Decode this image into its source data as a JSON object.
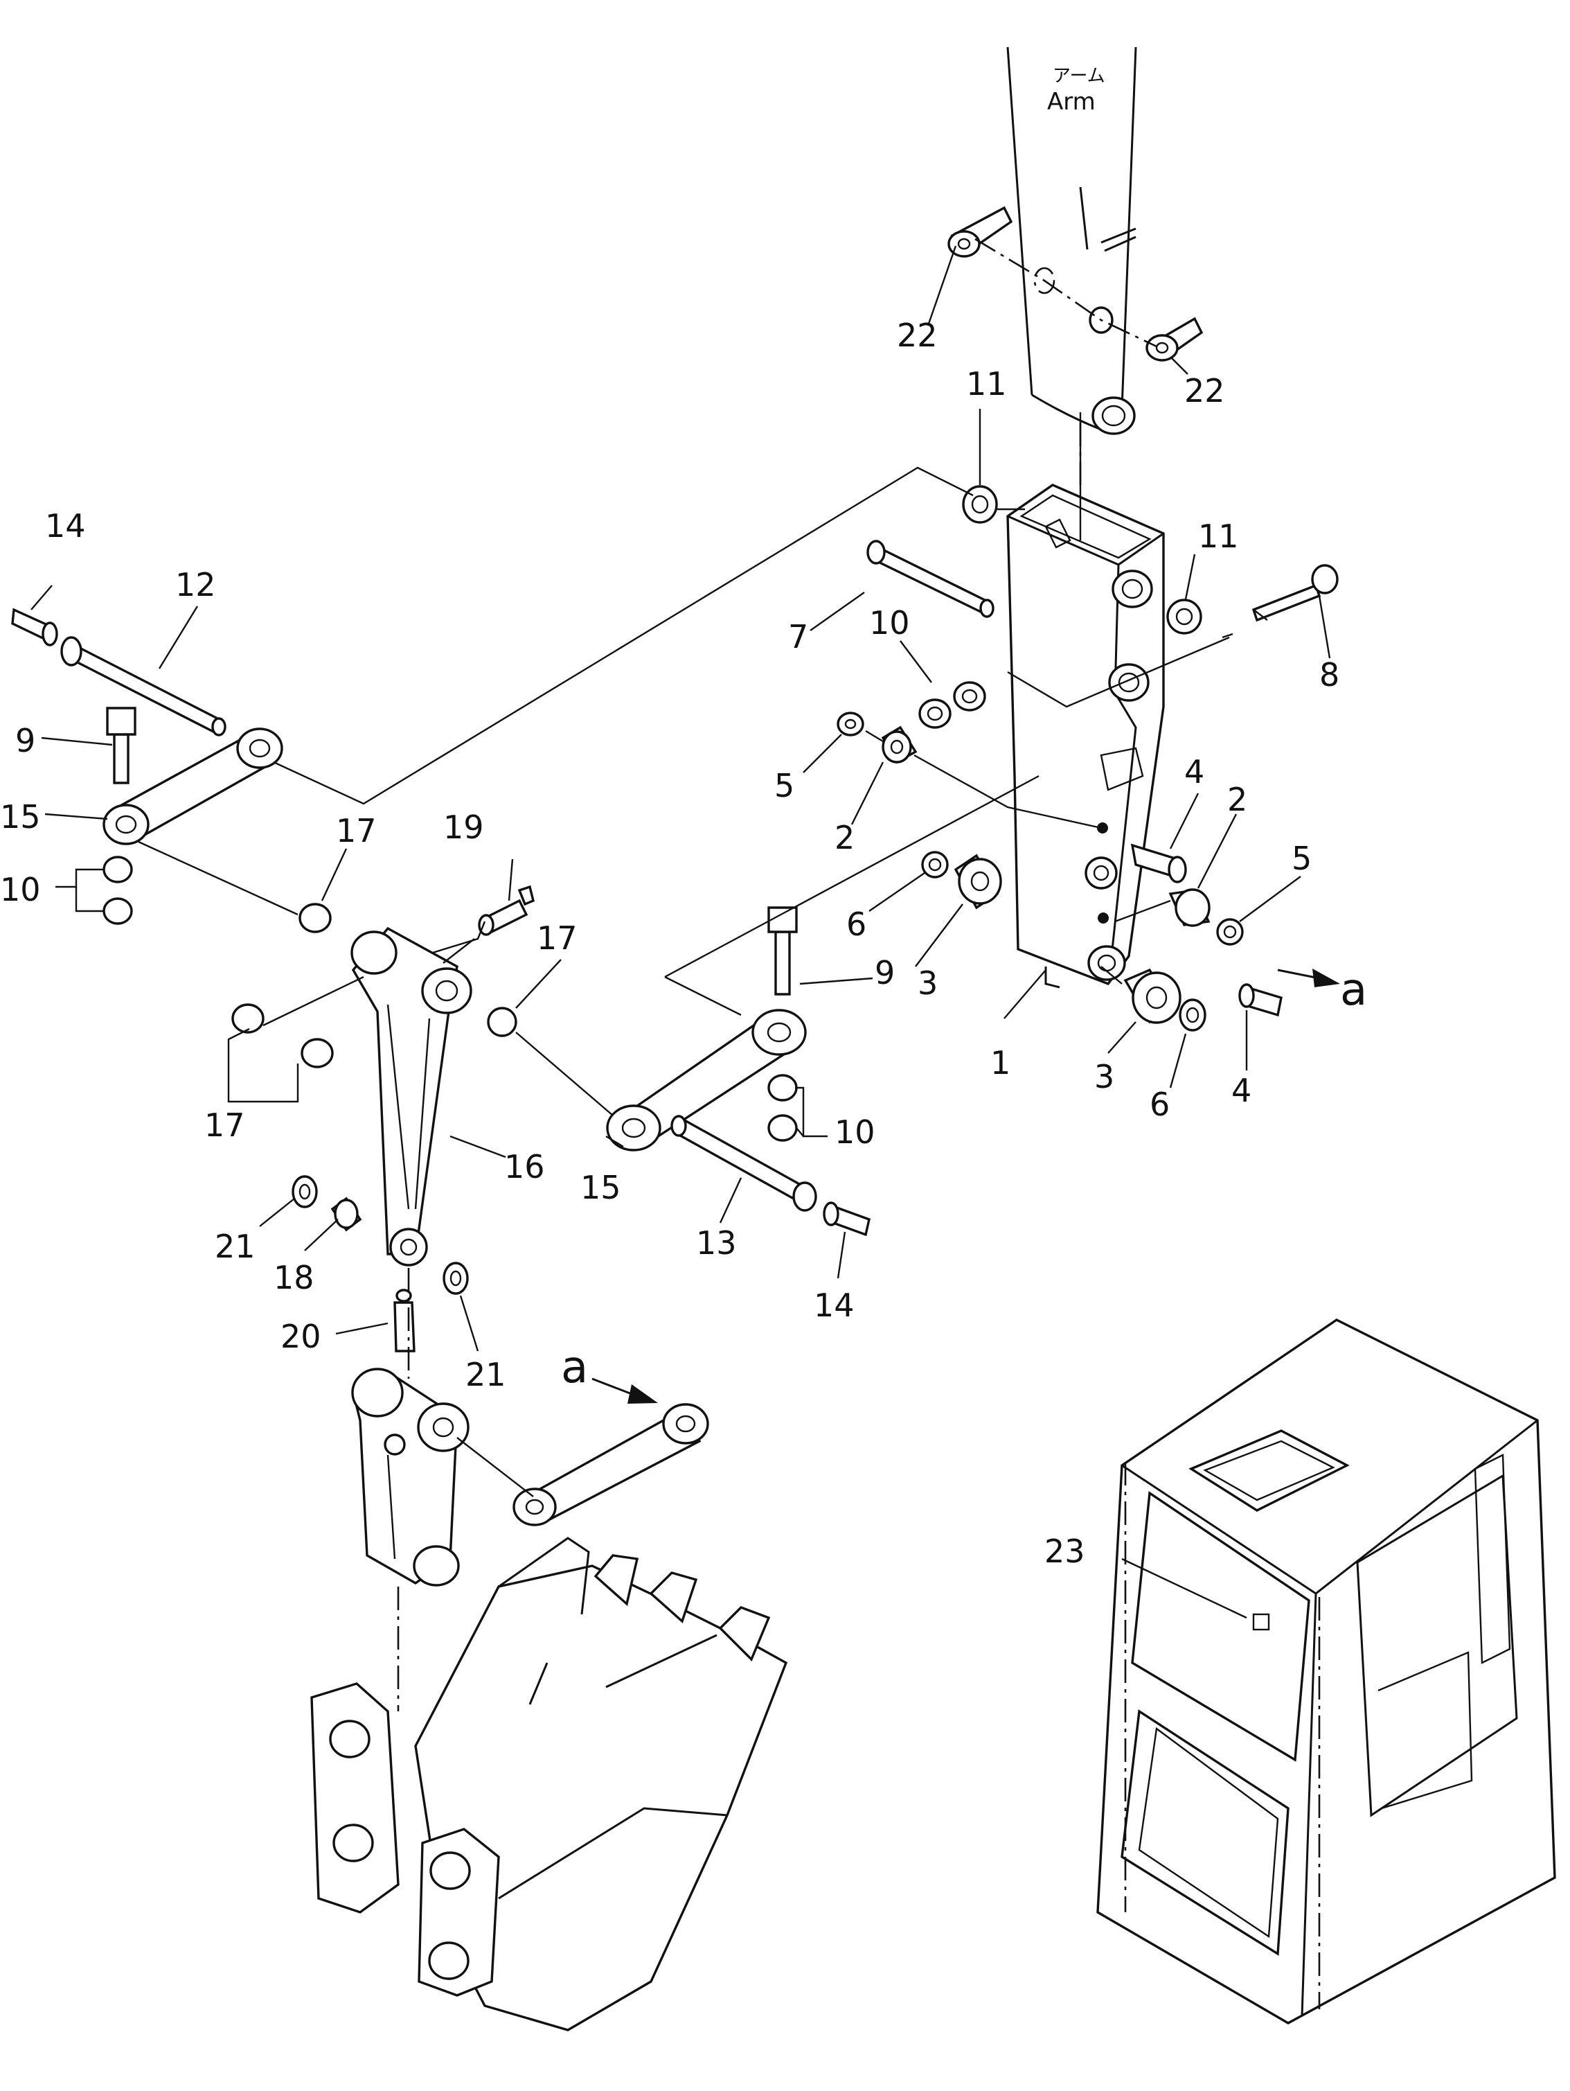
{
  "diagram": {
    "arm_label_jp": "アーム",
    "arm_label_en": "Arm",
    "arrow_label": "a",
    "callouts": {
      "p1": "1",
      "p2a": "2",
      "p2b": "2",
      "p3a": "3",
      "p3b": "3",
      "p4a": "4",
      "p4b": "4",
      "p5a": "5",
      "p5b": "5",
      "p6a": "6",
      "p6b": "6",
      "p7": "7",
      "p8": "8",
      "p9a": "9",
      "p9b": "9",
      "p10a": "10",
      "p10b": "10",
      "p10c": "10",
      "p11a": "11",
      "p11b": "11",
      "p12": "12",
      "p13": "13",
      "p14a": "14",
      "p14b": "14",
      "p15a": "15",
      "p15b": "15",
      "p16": "16",
      "p17a": "17",
      "p17b": "17",
      "p17c": "17",
      "p18": "18",
      "p19": "19",
      "p20": "20",
      "p21a": "21",
      "p21b": "21",
      "p22a": "22",
      "p22b": "22",
      "p23": "23"
    }
  }
}
